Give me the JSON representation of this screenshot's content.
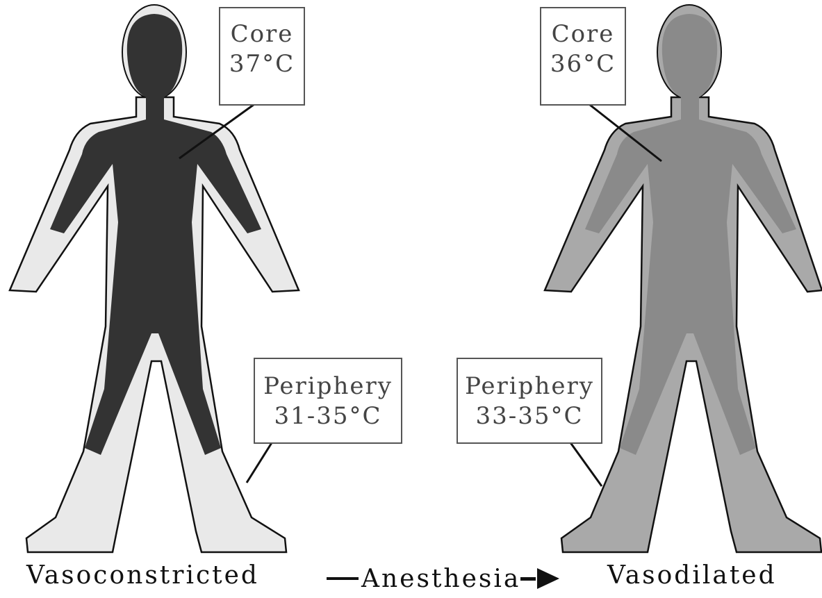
{
  "figure": {
    "left_figure": {
      "state_label": "Vasoconstricted",
      "core_label": {
        "line1": "Core",
        "line2": "37°C"
      },
      "periphery_label": {
        "line1": "Periphery",
        "line2": "31-35°C"
      },
      "colors": {
        "core": "#333333",
        "periphery": "#e9e9e9"
      }
    },
    "right_figure": {
      "state_label": "Vasodilated",
      "core_label": {
        "line1": "Core",
        "line2": "36°C"
      },
      "periphery_label": {
        "line1": "Periphery",
        "line2": "33-35°C"
      },
      "colors": {
        "core": "#8a8a8a",
        "periphery": "#a9a9a9"
      }
    },
    "transition": {
      "label": "Anesthesia",
      "icon": "right-arrow-icon"
    },
    "outline_color": "#111111"
  }
}
